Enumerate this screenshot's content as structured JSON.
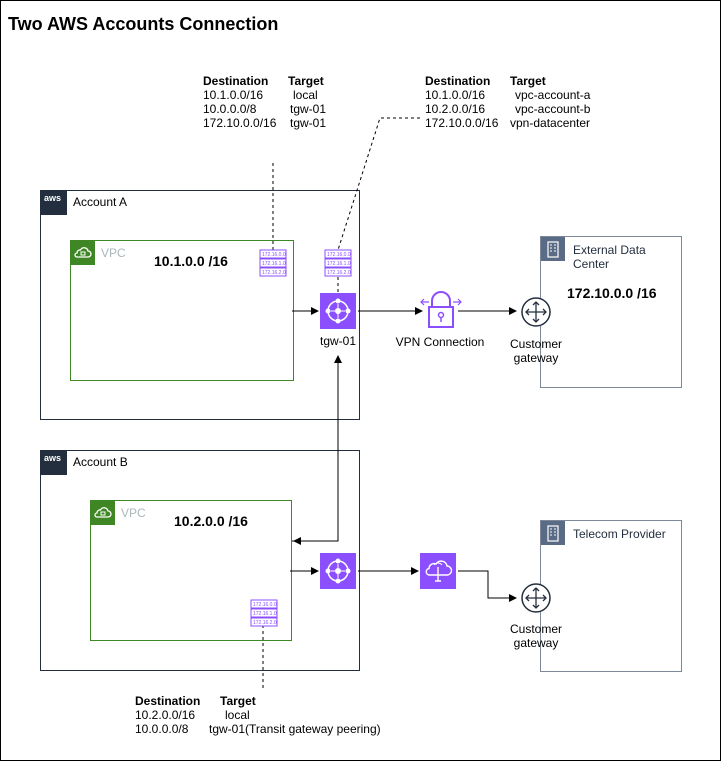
{
  "title": "Two AWS Accounts Connection",
  "account_a": {
    "badge": "aws",
    "label": "Account A",
    "vpc_label": "VPC",
    "cidr": "10.1.0.0 /16"
  },
  "account_b": {
    "badge": "aws",
    "label": "Account B",
    "vpc_label": "VPC",
    "cidr": "10.2.0.0 /16"
  },
  "external_dc": {
    "label_line1": "External Data",
    "label_line2": "Center",
    "cidr": "172.10.0.0 /16"
  },
  "telecom": {
    "label": "Telecom Provider"
  },
  "tgw_label": "tgw-01",
  "vpn_label": "VPN Connection",
  "cgw1": {
    "line1": "Customer",
    "line2": "gateway"
  },
  "cgw2": {
    "line1": "Customer",
    "line2": "gateway"
  },
  "route_table_icon_rows": [
    "172.16.0.0",
    "172.16.1.0",
    "172.16.2.0"
  ],
  "table_a": {
    "headers": [
      "Destination",
      "Target"
    ],
    "rows": [
      [
        "10.1.0.0/16",
        "local"
      ],
      [
        "10.0.0.0/8",
        "tgw-01"
      ],
      [
        "172.10.0.0/16",
        "tgw-01"
      ]
    ]
  },
  "table_tgw": {
    "headers": [
      "Destination",
      "Target"
    ],
    "rows": [
      [
        "10.1.0.0/16",
        "vpc-account-a"
      ],
      [
        "10.2.0.0/16",
        "vpc-account-b"
      ],
      [
        "172.10.0.0/16",
        "vpn-datacenter"
      ]
    ]
  },
  "table_b": {
    "headers": [
      "Destination",
      "Target"
    ],
    "rows": [
      [
        "10.2.0.0/16",
        "local"
      ],
      [
        "10.0.0.0/8",
        "tgw-01(Transit gateway peering)"
      ]
    ]
  },
  "colors": {
    "tgw": "#8c4fff",
    "account_border": "#232f3e",
    "vpc_green": "#3f8624",
    "dc_border": "#7d8998",
    "route_icon": "#8c4fff"
  }
}
